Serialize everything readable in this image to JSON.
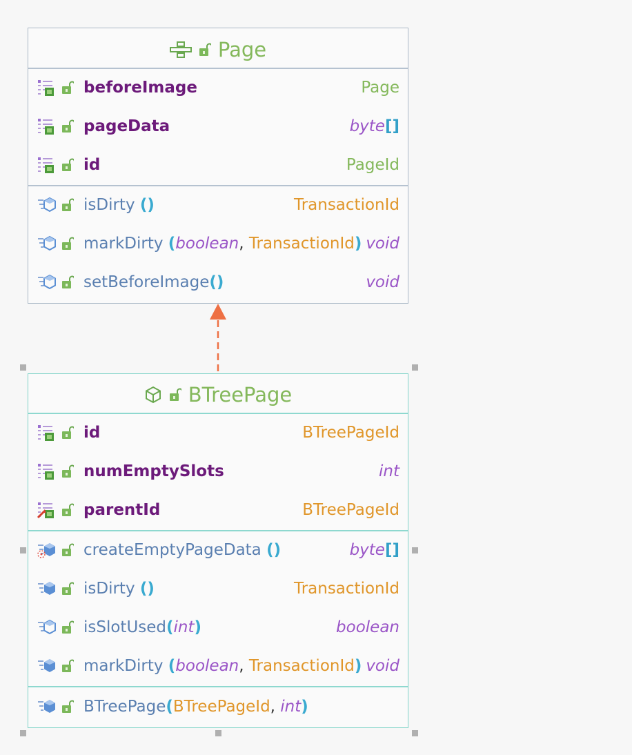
{
  "classes": {
    "page": {
      "name": "Page",
      "fields": [
        {
          "name": "beforeImage",
          "type": "Page"
        },
        {
          "name": "pageData",
          "type_base": "byte",
          "type_suffix": "[]"
        },
        {
          "name": "id",
          "type": "PageId"
        }
      ],
      "methods": [
        {
          "name": "isDirty",
          "params_open": "()",
          "type": "TransactionId"
        },
        {
          "name": "markDirty",
          "params_open": "(",
          "p1": "boolean",
          "comma": ",",
          "p2": "TransactionId",
          "params_close": ")",
          "type": "void"
        },
        {
          "name": "setBeforeImage",
          "params_open": "()",
          "type": "void"
        }
      ]
    },
    "btree": {
      "name": "BTreePage",
      "fields": [
        {
          "name": "id",
          "type": "BTreePageId"
        },
        {
          "name": "numEmptySlots",
          "type": "int"
        },
        {
          "name": "parentId",
          "type": "BTreePageId"
        }
      ],
      "methods": [
        {
          "name": "createEmptyPageData",
          "params_open": "()",
          "type_base": "byte",
          "type_suffix": "[]"
        },
        {
          "name": "isDirty",
          "params_open": "()",
          "type": "TransactionId"
        },
        {
          "name": "isSlotUsed",
          "params_open": "(",
          "p1": "int",
          "params_close": ")",
          "type": "boolean"
        },
        {
          "name": "markDirty",
          "params_open": "(",
          "p1": "boolean",
          "comma": ",",
          "p2": "TransactionId",
          "params_close": ")",
          "type": "void"
        }
      ],
      "constructors": [
        {
          "name": "BTreePage",
          "params_open": "(",
          "p1": "BTreePageId",
          "comma": ",",
          "p2": "int",
          "params_close": ")"
        }
      ]
    }
  },
  "colors": {
    "title_green": "#84b85b",
    "field_purple": "#6c1a7a",
    "method_blue": "#5a7fb0",
    "type_orange": "#e0962a",
    "primitive_purple": "#9a55c7",
    "relation_arrow": "#ee7044"
  },
  "icons": {
    "interface_icon": "interface-icon",
    "class_icon": "class-icon",
    "field_icon": "field-icon",
    "method_icon": "method-icon",
    "visibility_icon": "unlocked-icon"
  }
}
